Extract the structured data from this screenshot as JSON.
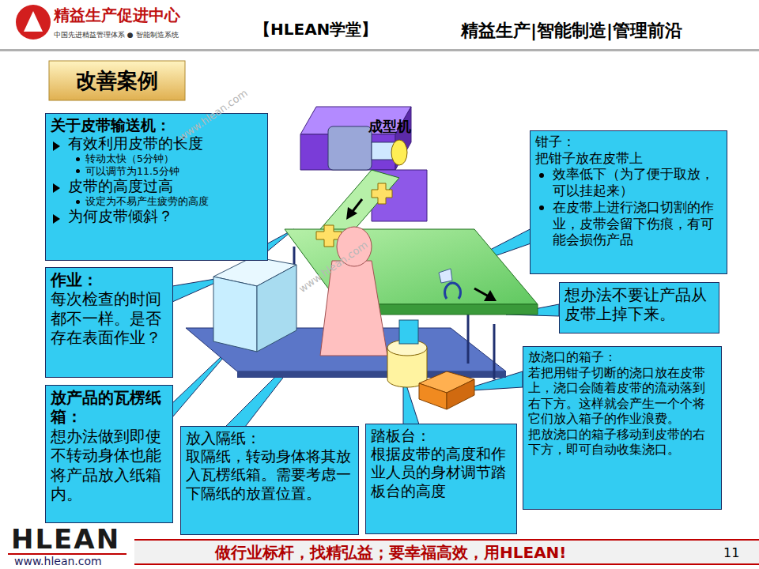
{
  "diagram": {
    "title": "改善案例",
    "nodes": [
      {
        "text": [
          "关于皮带输送机：",
          "有效利用皮带的长度",
          "转动太快（5分钟）",
          "可以调节为11.5分钟",
          "皮带的高度过高",
          "设定为不易产生疲劳的高度",
          "为何皮带倾斜？"
        ]
      },
      {
        "text": [
          "钳子：",
          "把钳子放在皮带上",
          "效率低下（为了便于取放，可以挂起来）",
          "在皮带上进行浇口切割的作业，皮带会留下伤痕，有可能会损伤产品"
        ]
      },
      {
        "text": [
          "作业：",
          "每次检查的时间都不一样。是否存在表面作业？"
        ]
      },
      {
        "text": [
          "想办法不要让产品从皮带上掉下来。"
        ]
      },
      {
        "text": [
          "放产品的瓦楞纸箱：",
          "想办法做到即使不转动身体也能将产品放入纸箱内。"
        ]
      },
      {
        "text": [
          "放入隔纸：",
          "取隔纸，转动身体将其放入瓦楞纸箱。需要考虑一下隔纸的放置位置。"
        ]
      },
      {
        "text": [
          "踏板台：",
          "根据皮带的高度和作业人员的身材调节踏板台的高度"
        ]
      },
      {
        "text": [
          "放浇口的箱子：",
          "若把用钳子切断的浇口放在皮带上，浇口会随着皮带的流动落到右下方。这样就会产生一个个将它们放入箱子的作业浪费。",
          "把放浇口的箱子移动到皮带的右下方，即可自动收集浇口。"
        ]
      }
    ],
    "labels": [
      "精益生产促进中心",
      "中国先进精益管理体系 ● 智能制造系统",
      "【HLEAN学堂】",
      "精益生产|智能制造|管理前沿",
      "成型机",
      "HLEAN",
      "www.hlean.com",
      "做行业标杆，找精弘益；要幸福高效，用HLEAN!",
      "11",
      "www.hlean.com",
      "www.hlean.com"
    ]
  }
}
